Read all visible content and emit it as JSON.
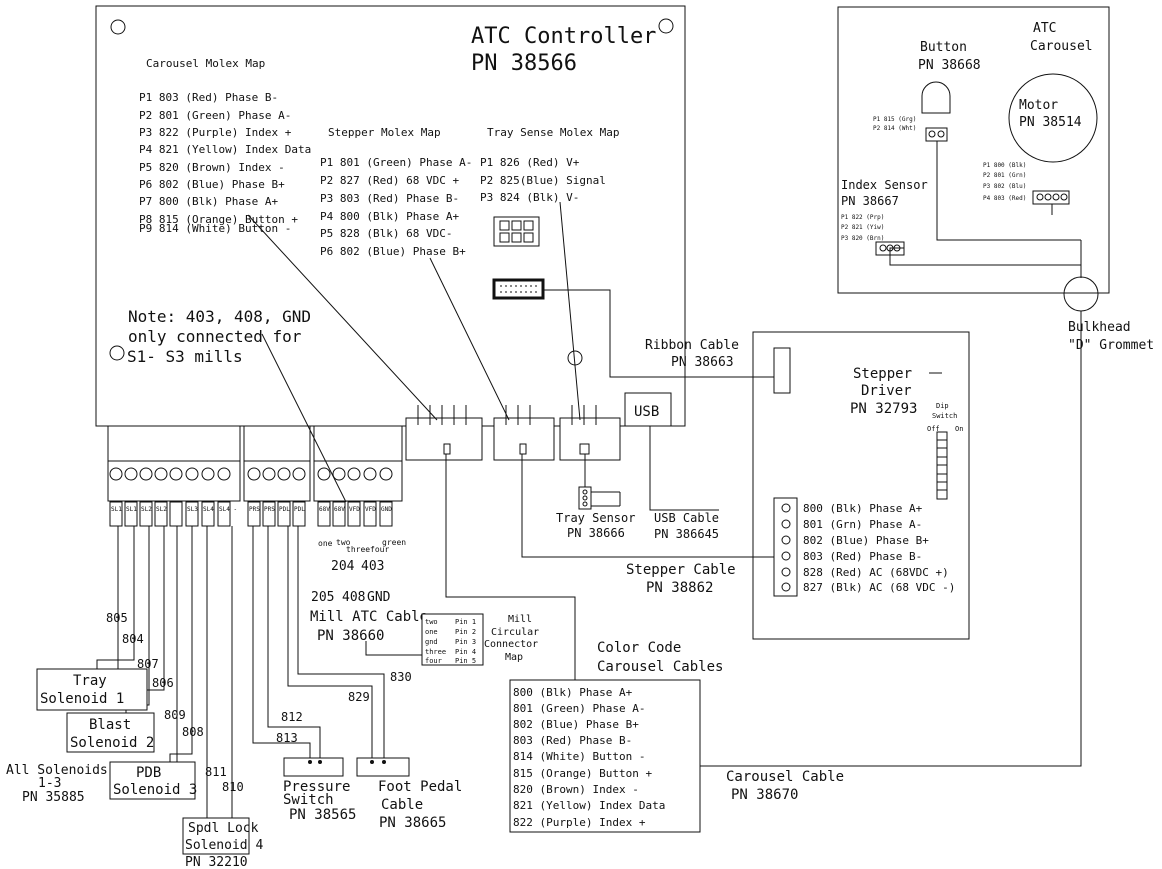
{
  "controller": {
    "title": "ATC Controller",
    "pn": "PN 38566",
    "note": [
      "Note: 403, 408, GND",
      "only connected for",
      "S1- S3 mills"
    ],
    "usb": "USB"
  },
  "carousel_map": {
    "title": "Carousel Molex Map",
    "lines": [
      "P1 803 (Red) Phase B-",
      "P2 801 (Green) Phase A-",
      "P3 822 (Purple) Index +",
      "P4 821 (Yellow) Index Data",
      "P5 820 (Brown) Index -",
      "P6 802 (Blue) Phase B+",
      "P7 800 (Blk) Phase A+",
      "P8 815 (Orange) Button +",
      "P9 814 (White) Button -"
    ]
  },
  "stepper_map": {
    "title": "Stepper Molex Map",
    "lines": [
      "P1 801 (Green) Phase A-",
      "P2  827 (Red) 68 VDC +",
      "P3 803 (Red) Phase B-",
      "P4 800 (Blk) Phase A+",
      "P5  828 (Blk) 68 VDC-",
      "P6 802 (Blue) Phase B+"
    ]
  },
  "tray_map": {
    "title": "Tray Sense Molex Map",
    "lines": [
      "P1    826 (Red) V+",
      "P2    825(Blue) Signal",
      "P3    824 (Blk) V-"
    ]
  },
  "terminals": {
    "group1": [
      "SL1 +",
      "SL1 -",
      "SL2 +",
      "SL2",
      "",
      "SL3 -",
      "SL4 +",
      "SL4 -"
    ],
    "group2": [
      "PRS",
      "PRS",
      "PDL",
      "PDL"
    ],
    "group3": [
      "68V",
      "68V",
      "VFD",
      "VFD",
      "GND"
    ],
    "wire_words": [
      "one",
      "two",
      "three",
      "four",
      "green"
    ],
    "bottom_numbers": [
      "205",
      "204",
      "408",
      "403",
      "GND"
    ]
  },
  "carousel": {
    "title": [
      "ATC",
      "Carousel"
    ],
    "button": [
      "Button",
      "PN 38668"
    ],
    "button_pins": [
      "P1 815 (Grg)",
      "P2 814 (Wht)"
    ],
    "motor": [
      "Motor",
      "PN 38514"
    ],
    "motor_pins": [
      "P1 800 (Blk)",
      "P2 801 (Grn)",
      "P3 802 (Blu)",
      "P4 803 (Red)"
    ],
    "index": [
      "Index Sensor",
      "PN 38667"
    ],
    "index_pins": [
      "P1 822 (Prp)",
      "P2 821 (Yiw)",
      "P3 820 (Brn)"
    ]
  },
  "bulkhead": [
    "Bulkhead",
    "\"D\" Grommet"
  ],
  "ribbon": [
    "Ribbon Cable",
    "PN 38663"
  ],
  "driver": {
    "title": [
      "Stepper",
      "Driver",
      "PN 32793"
    ],
    "dip": [
      "Dip",
      "Switch"
    ],
    "off_on": [
      "Off",
      "On"
    ],
    "terms": [
      "800 (Blk) Phase A+",
      "801 (Grn) Phase A-",
      "802 (Blue) Phase B+",
      "803 (Red) Phase B-",
      "828 (Red)  AC (68VDC +)",
      "827 (Blk)     AC (68 VDC -)"
    ]
  },
  "tray_sensor": [
    "Tray Sensor",
    "PN 38666"
  ],
  "usb_cable": [
    "USB Cable",
    "PN 386645"
  ],
  "stepper_cable": [
    "Stepper Cable",
    "PN 38862"
  ],
  "mill_cable": [
    "Mill ATC Cable",
    "PN 38660"
  ],
  "mill_map": {
    "title": [
      "Mill",
      "Circular",
      "Connector",
      "Map"
    ],
    "rows": [
      [
        "two",
        "Pin 1"
      ],
      [
        "one",
        "Pin 2"
      ],
      [
        "gnd",
        "Pin 3"
      ],
      [
        "three",
        "Pin 4"
      ],
      [
        "four",
        "Pin 5"
      ]
    ]
  },
  "color_code": {
    "title": [
      "Color Code",
      "Carousel Cables"
    ],
    "lines": [
      "800 (Blk) Phase A+",
      "801 (Green) Phase A-",
      "802 (Blue) Phase B+",
      "803 (Red) Phase B-",
      "814 (White) Button -",
      "815 (Orange) Button +",
      "820 (Brown) Index -",
      "821 (Yellow) Index Data",
      "822 (Purple) Index +"
    ]
  },
  "carousel_cable": [
    "Carousel Cable",
    "PN 38670"
  ],
  "solenoids": {
    "tray": [
      "Tray",
      "Solenoid 1"
    ],
    "blast": [
      "Blast",
      "Solenoid 2"
    ],
    "pdb": [
      "PDB",
      "Solenoid 3"
    ],
    "spdl": [
      "Spdl Lock",
      "Solenoid 4",
      "PN 32210"
    ],
    "all": [
      "All Solenoids",
      "1-3",
      "PN 35885"
    ]
  },
  "pressure": [
    "Pressure",
    "Switch",
    "PN 38565"
  ],
  "foot": [
    "Foot Pedal",
    "Cable",
    "PN 38665"
  ],
  "wire_numbers": [
    "805",
    "804",
    "807",
    "806",
    "809",
    "808",
    "811",
    "810",
    "812",
    "813",
    "829",
    "830"
  ]
}
